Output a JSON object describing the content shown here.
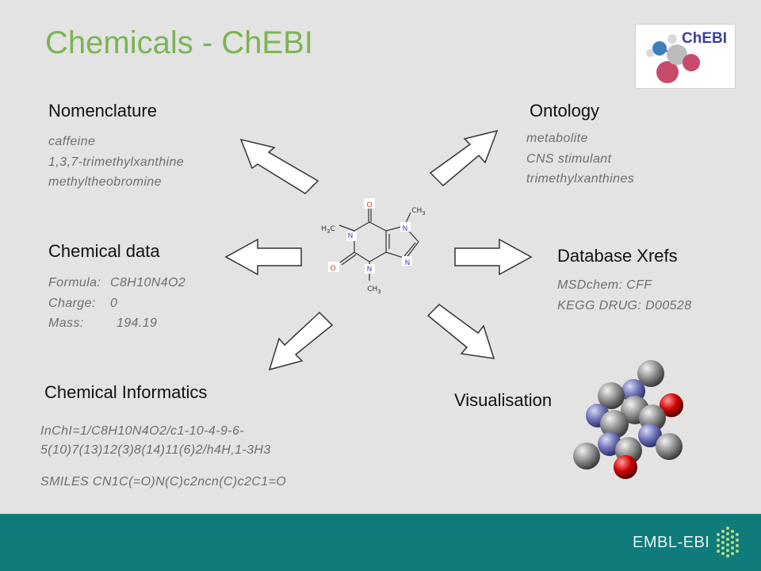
{
  "title": "Chemicals - ChEBI",
  "logo": {
    "text": "ChEBI",
    "icon": "chebi-molecule-logo"
  },
  "nomenclature": {
    "heading": "Nomenclature",
    "items": [
      "caffeine",
      "1,3,7-trimethylxanthine",
      "methyltheobromine"
    ]
  },
  "ontology": {
    "heading": "Ontology",
    "items": [
      "metabolite",
      "CNS stimulant",
      "trimethylxanthines"
    ]
  },
  "chemical_data": {
    "heading": "Chemical data",
    "rows": [
      {
        "label": "Formula:",
        "value": "C8H10N4O2"
      },
      {
        "label": "Charge:",
        "value": "0"
      },
      {
        "label": "Mass:",
        "value": "194.19"
      }
    ]
  },
  "database_xrefs": {
    "heading": "Database Xrefs",
    "items": [
      "MSDchem: CFF",
      "KEGG DRUG: D00528"
    ]
  },
  "informatics": {
    "heading": "Chemical Informatics",
    "inchi_line1": "InChI=1/C8H10N4O2/c1-10-4-9-6-",
    "inchi_line2": "5(10)7(13)12(3)8(14)11(6)2/h4H,1-3H3",
    "smiles": "SMILES CN1C(=O)N(C)c2ncn(C)c2C1=O"
  },
  "visualisation": {
    "heading": "Visualisation"
  },
  "structure": {
    "o_top": "O",
    "o_left": "O",
    "n1": "N",
    "n3": "N",
    "n7": "N",
    "n9": "N",
    "ch3_left": "H3C",
    "ch3_top": "CH3",
    "ch3_bottom": "CH3"
  },
  "footer": {
    "text": "EMBL-EBI",
    "icon": "embl-ebi-dots-logo"
  },
  "colors": {
    "title": "#7ab552",
    "footer": "#0f7b7b",
    "atom_carbon": "#8c8c8c",
    "atom_nitrogen": "#6f74b8",
    "atom_oxygen": "#cc0000"
  }
}
